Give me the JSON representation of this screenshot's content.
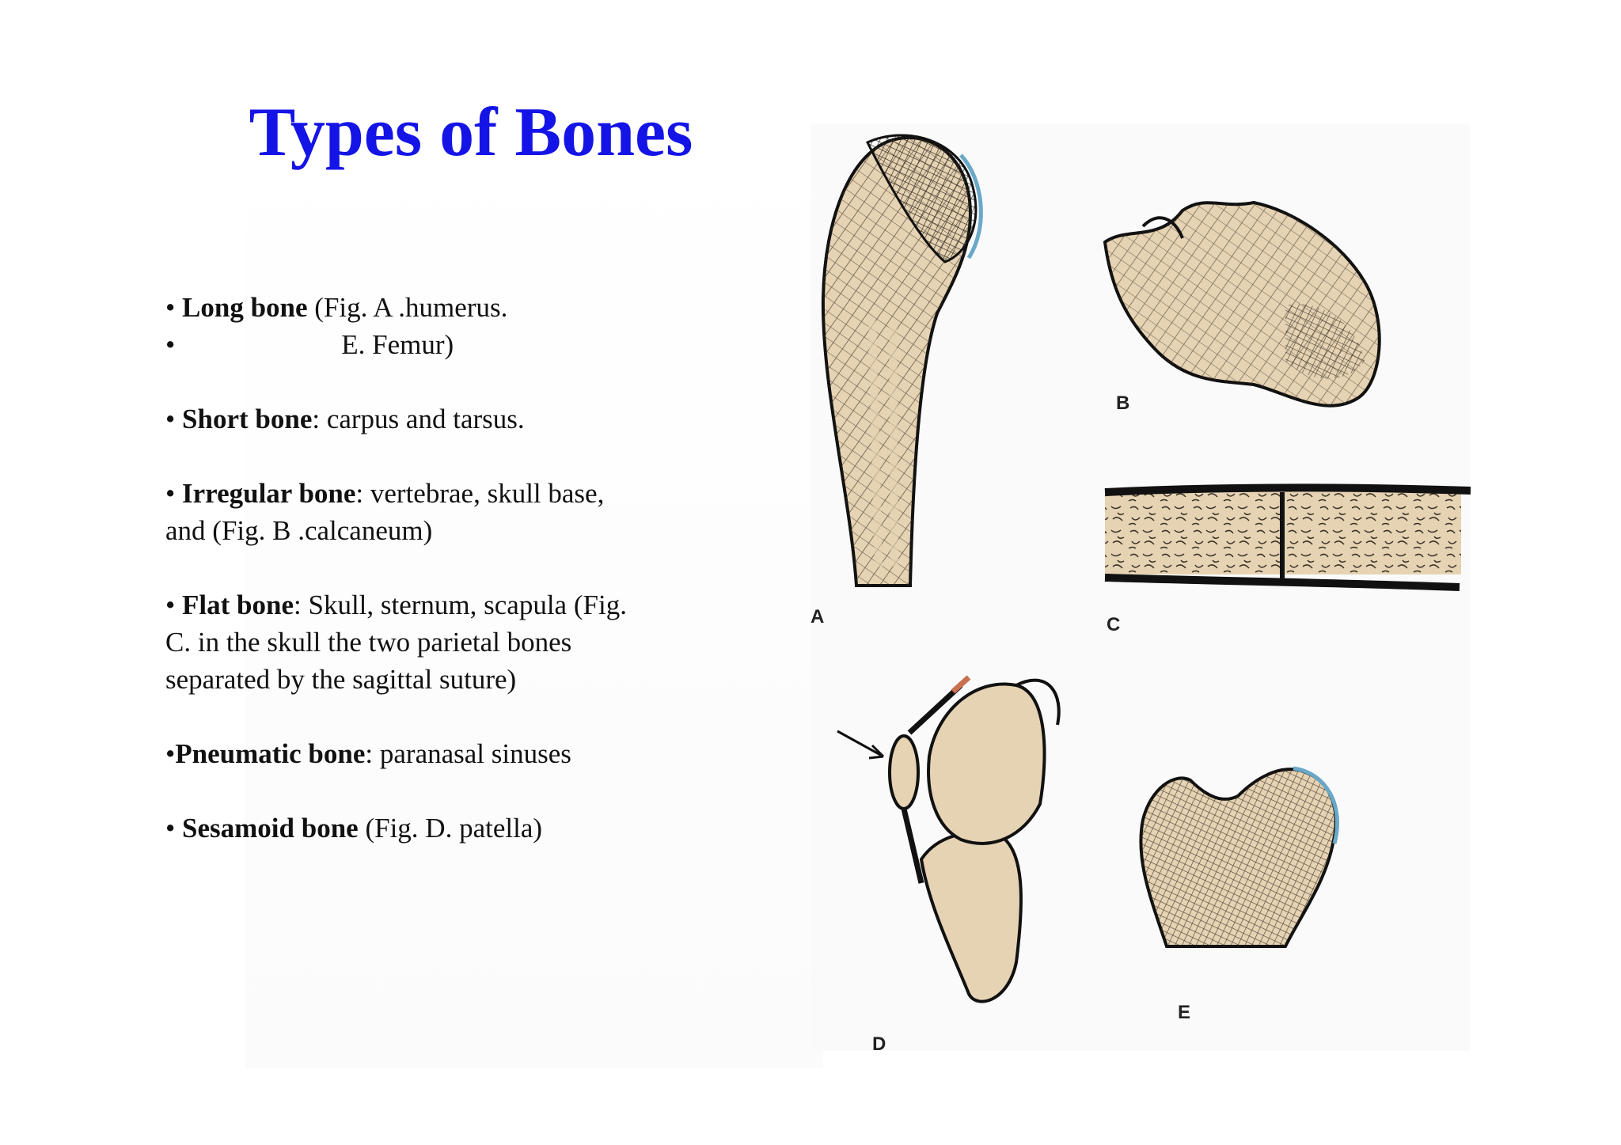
{
  "slide": {
    "title": "Types of Bones"
  },
  "bullets": [
    {
      "marker": "• ",
      "term": "Long bone",
      "text": " (Fig. A .humerus."
    },
    {
      "marker": "•",
      "term": "",
      "text": "                        E. Femur)"
    },
    {
      "marker": "• ",
      "term": "Short bone",
      "text": ": carpus and tarsus."
    },
    {
      "marker": "• ",
      "term": "Irregular bone",
      "text": ": vertebrae, skull base,",
      "cont": [
        "and (Fig. B .calcaneum)"
      ]
    },
    {
      "marker": "• ",
      "term": "Flat bone",
      "text": ": Skull, sternum, scapula (Fig.",
      "cont": [
        "C. in the skull the two parietal bones",
        "separated by the sagittal suture)"
      ]
    },
    {
      "marker": "•",
      "term": "Pneumatic bone",
      "text": ": paranasal sinuses"
    },
    {
      "marker": "• ",
      "term": "Sesamoid bone",
      "text": " (Fig. D. patella)"
    }
  ],
  "figure": {
    "labels": {
      "a": "A",
      "b": "B",
      "c": "C",
      "d": "D",
      "e": "E"
    },
    "colors": {
      "bone": "#e6d3b3",
      "outline": "#111111",
      "cartilage": "#6aa8c8",
      "tendon": "#c87050"
    }
  }
}
